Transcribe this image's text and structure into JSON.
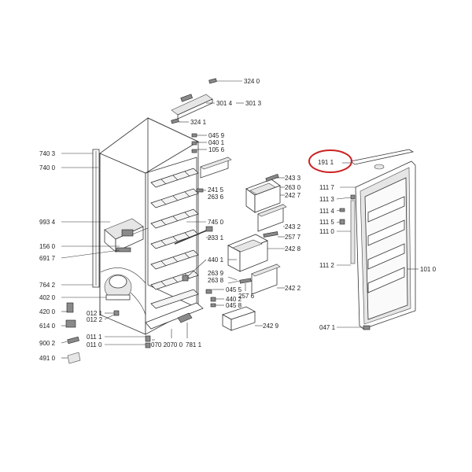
{
  "colors": {
    "line": "#333333",
    "highlight": "#cc2222",
    "background": "#ffffff"
  },
  "labels": {
    "l3240": "324 0",
    "l3014": "301 4",
    "l3013": "301 3",
    "l3241": "324 1",
    "l0459": "045 9",
    "l0401": "040 1",
    "l1056": "105 6",
    "l7403": "740 3",
    "l7400": "740 0",
    "l2433": "243 3",
    "l2415": "241 5",
    "l2630": "263 0",
    "l2636": "263 6",
    "l2427": "242 7",
    "l9934": "993 4",
    "l7450": "745 0",
    "l2432": "243 2",
    "l1560": "156 0",
    "l2331": "233 1",
    "l2577": "257 7",
    "l6917": "691 7",
    "l2428": "242 8",
    "l4401": "440 1",
    "l2639": "263 9",
    "l2638": "263 8",
    "l2576": "257 6",
    "l7642": "764 2",
    "l4020": "402 0",
    "l2422": "242 2",
    "l0455": "045 5",
    "l4402": "440 2",
    "l0458": "045 8",
    "l4200": "420 0",
    "l0121": "012 1",
    "l0122": "012 2",
    "l6140": "614 0",
    "l2429": "242 9",
    "l0111": "011 1",
    "l9002": "900 2",
    "l0110": "011 0",
    "l0702": "070 2",
    "l0700": "070 0",
    "l7811": "781 1",
    "l4910": "491 0",
    "l1911": "191 1",
    "l1117": "111 7",
    "l1113": "111 3",
    "l1114": "111 4",
    "l1115": "111 5",
    "l1110": "111 0",
    "l1010": "101 0",
    "l1112": "111 2",
    "l0471": "047 1"
  }
}
